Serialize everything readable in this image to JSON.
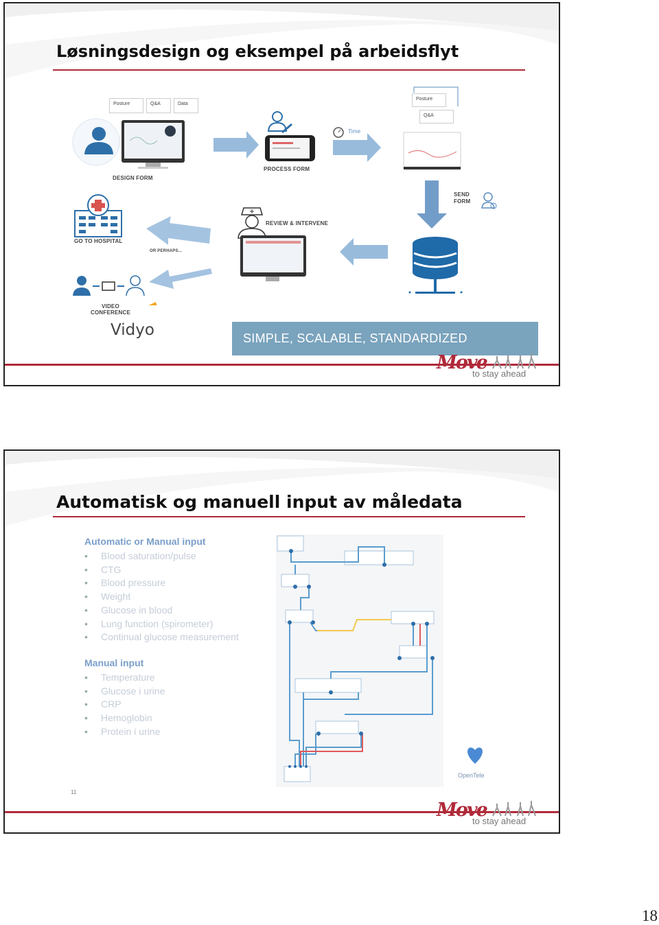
{
  "slide1": {
    "title": "Løsningsdesign og eksempel på arbeidsflyt",
    "form_tabs": [
      "Posture",
      "Q&A",
      "Data"
    ],
    "form_tabs_right": [
      "Posture",
      "Q&A"
    ],
    "time_label": "Time",
    "labels": {
      "design_form": "DESIGN FORM",
      "process_form": "PROCESS FORM",
      "send_form_1": "SEND",
      "send_form_2": "FORM",
      "go_to_hospital": "GO TO HOSPITAL",
      "review_intervene": "REVIEW & INTERVENE",
      "or_perhaps": "OR PERHAPS...",
      "video_1": "VIDEO",
      "video_2": "CONFERENCE"
    },
    "vidyo_logo": "Vidyo",
    "banner": "SIMPLE, SCALABLE, STANDARDIZED",
    "colors": {
      "arrow": "#7eaad3",
      "icon": "#2e6fa9",
      "banner": "#7aa3bd",
      "accent": "#b02a3a"
    }
  },
  "slide2": {
    "title": "Automatisk og manuell input av måledata",
    "automatic_heading": "Automatic or Manual input",
    "automatic_items": [
      "Blood saturation/pulse",
      "CTG",
      "Blood pressure",
      "Weight",
      "Glucose in blood",
      "Lung function (spirometer)",
      "Continual glucose measurement"
    ],
    "manual_heading": "Manual input",
    "manual_items": [
      "Temperature",
      "Glucose i urine",
      "CRP",
      "Hemoglobin",
      "Protein i urine"
    ],
    "slide_number": "11",
    "opentele_logo": "OpenTele",
    "colors": {
      "flow_line": "#5a9ccf",
      "flow_yellow": "#f2c94c",
      "flow_red": "#e05a5a"
    }
  },
  "footer": {
    "logo_text": "Move",
    "tagline": "to stay ahead"
  },
  "page_number": "18"
}
